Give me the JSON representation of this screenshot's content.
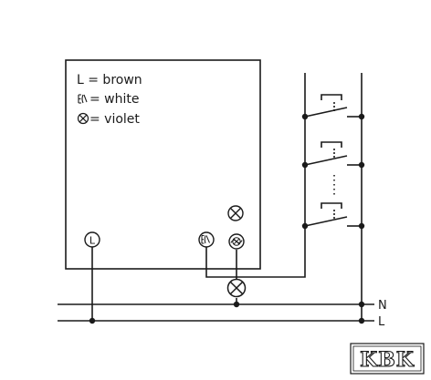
{
  "legend": {
    "items": [
      {
        "symbol": "L",
        "text": "L = brown"
      },
      {
        "symbol": "push-button-input-symbol",
        "text": "= white"
      },
      {
        "symbol": "lamp-output-symbol",
        "text": "= violet"
      }
    ]
  },
  "device": {
    "terminals": [
      {
        "name": "L",
        "symbol": "L"
      },
      {
        "name": "push-button-input",
        "symbol": "push-button-input-symbol"
      },
      {
        "name": "lamp-output",
        "symbol": "lamp-dimmer-symbol"
      }
    ],
    "indicator": "lamp-symbol"
  },
  "bus": {
    "lines": [
      {
        "name": "neutral",
        "label": "N"
      },
      {
        "name": "live",
        "label": "L"
      }
    ]
  },
  "switches": {
    "count_shown": 3,
    "type": "push-button",
    "continuation": "dotted"
  },
  "logo": {
    "text": "KBK"
  },
  "colors": {
    "ink": "#1a1a1a",
    "background": "#ffffff"
  }
}
